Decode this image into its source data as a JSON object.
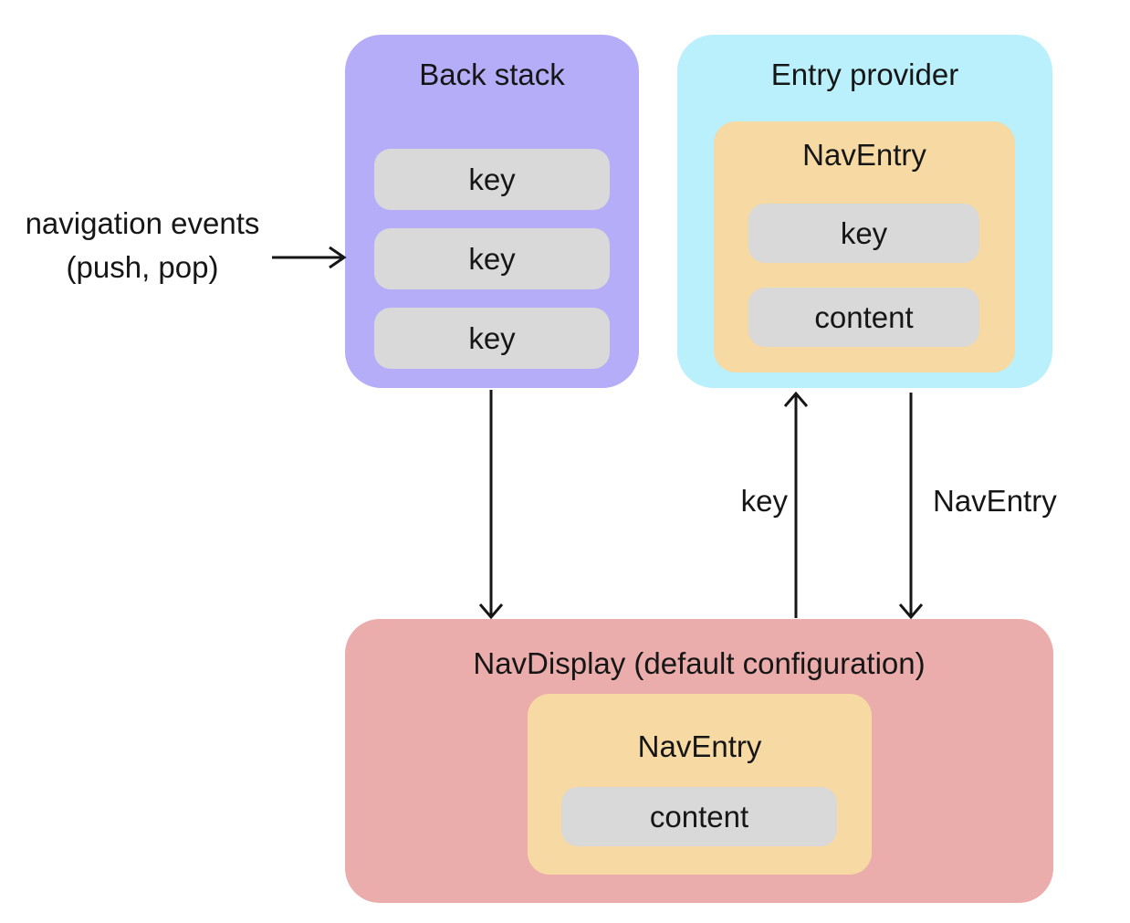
{
  "colors": {
    "back_stack_fill": "#b5adf8",
    "entry_provider_fill": "#b9f0fb",
    "nav_entry_fill": "#f6d9a3",
    "nav_display_fill": "#eaadab",
    "pill_fill": "#d9d9d9",
    "text": "#161616"
  },
  "nav_events_label": {
    "line1": "navigation events",
    "line2": "(push, pop)"
  },
  "back_stack": {
    "title": "Back stack",
    "keys": [
      "key",
      "key",
      "key"
    ]
  },
  "entry_provider": {
    "title": "Entry provider",
    "nav_entry": {
      "title": "NavEntry",
      "key_label": "key",
      "content_label": "content"
    }
  },
  "arrows": {
    "key_label": "key",
    "nav_entry_label": "NavEntry"
  },
  "nav_display": {
    "title": "NavDisplay (default configuration)",
    "nav_entry": {
      "title": "NavEntry",
      "content_label": "content"
    }
  }
}
